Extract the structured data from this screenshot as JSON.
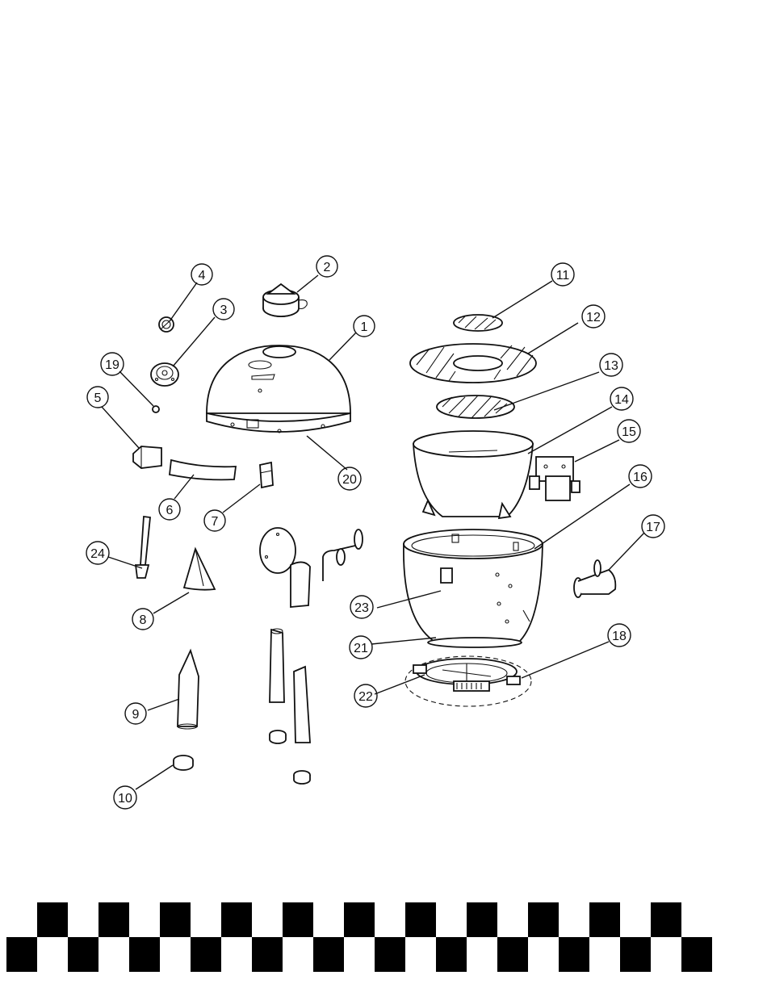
{
  "diagram": {
    "callouts": [
      {
        "id": "c1",
        "label": "1"
      },
      {
        "id": "c2",
        "label": "2"
      },
      {
        "id": "c3",
        "label": "3"
      },
      {
        "id": "c4",
        "label": "4"
      },
      {
        "id": "c5",
        "label": "5"
      },
      {
        "id": "c6",
        "label": "6"
      },
      {
        "id": "c7",
        "label": "7"
      },
      {
        "id": "c8",
        "label": "8"
      },
      {
        "id": "c9",
        "label": "9"
      },
      {
        "id": "c10",
        "label": "10"
      },
      {
        "id": "c11",
        "label": "11"
      },
      {
        "id": "c12",
        "label": "12"
      },
      {
        "id": "c13",
        "label": "13"
      },
      {
        "id": "c14",
        "label": "14"
      },
      {
        "id": "c15",
        "label": "15"
      },
      {
        "id": "c16",
        "label": "16"
      },
      {
        "id": "c17",
        "label": "17"
      },
      {
        "id": "c18",
        "label": "18"
      },
      {
        "id": "c19",
        "label": "19"
      },
      {
        "id": "c20",
        "label": "20"
      },
      {
        "id": "c21",
        "label": "21"
      },
      {
        "id": "c22",
        "label": "22"
      },
      {
        "id": "c23",
        "label": "23"
      },
      {
        "id": "c24",
        "label": "24"
      }
    ],
    "border_colors": {
      "dark": "#000000",
      "light": "#ffffff"
    }
  }
}
